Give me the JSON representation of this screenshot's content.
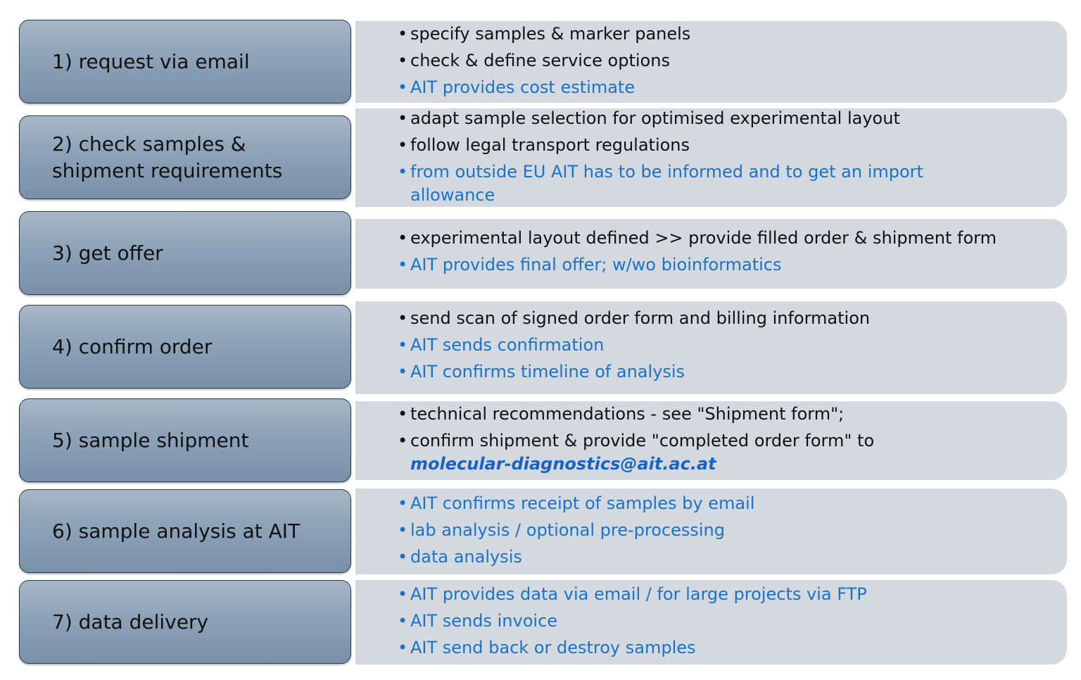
{
  "steps": [
    {
      "label": "1) request via email",
      "bullets": [
        {
          "text": "specify samples & marker panels",
          "color": "black"
        },
        {
          "text": "check & define service options",
          "color": "black"
        },
        {
          "text": "AIT provides cost estimate",
          "color": "blue"
        }
      ]
    },
    {
      "label": "2) check samples &\nshipment requirements",
      "bullets": [
        {
          "text": "adapt sample selection for optimised experimental layout",
          "color": "black"
        },
        {
          "text": "follow legal transport regulations",
          "color": "black"
        },
        {
          "text": "from outside EU AIT has to be informed and to get an import allowance",
          "color": "blue"
        }
      ]
    },
    {
      "label": "3) get offer",
      "bullets": [
        {
          "text": "experimental layout defined >>  provide filled order & shipment form",
          "color": "black"
        },
        {
          "text": "AIT provides final offer; w/wo bioinformatics",
          "color": "blue"
        }
      ]
    },
    {
      "label": "4) confirm order",
      "bullets": [
        {
          "text": "send scan of signed order form and billing information",
          "color": "black"
        },
        {
          "text": "AIT sends confirmation",
          "color": "blue"
        },
        {
          "text": "AIT confirms timeline of analysis",
          "color": "blue"
        }
      ]
    },
    {
      "label": "5) sample shipment",
      "bullets": [
        {
          "text": "technical recommendations - see \"Shipment form\";",
          "color": "black"
        },
        {
          "text": "confirm shipment & provide \"completed order form\" to",
          "color": "black"
        }
      ],
      "email": "molecular-diagnostics@ait.ac.at"
    },
    {
      "label": "6) sample analysis at AIT",
      "bullets": [
        {
          "text": "AIT confirms receipt of samples by email",
          "color": "blue"
        },
        {
          "text": "lab analysis / optional pre-processing",
          "color": "blue"
        },
        {
          "text": "data analysis",
          "color": "blue"
        }
      ]
    },
    {
      "label": "7) data delivery",
      "bullets": [
        {
          "text": "AIT provides data via email / for large projects via FTP",
          "color": "blue"
        },
        {
          "text": "AIT sends invoice",
          "color": "blue"
        },
        {
          "text": "AIT send back or destroy samples",
          "color": "blue"
        }
      ]
    }
  ],
  "colors": {
    "black_text": "#111111",
    "blue_text": "#1a73c8",
    "panel_bg": "#d4d9e0",
    "step_box_top": "#a8b7c6",
    "step_box_bottom": "#7890a8"
  }
}
